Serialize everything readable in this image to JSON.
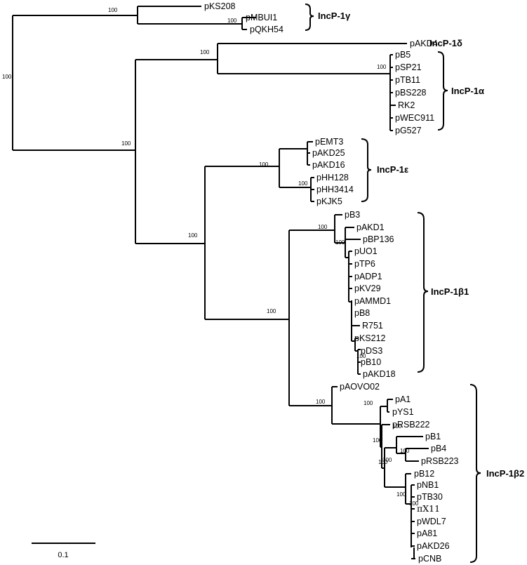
{
  "leaves": [
    "pKS208",
    "pMBUI1",
    "pQKH54",
    "pAKD4",
    "pB5",
    "pSP21",
    "pTB11",
    "pBS228",
    "RK2",
    "pWEC911",
    "pG527",
    "pEMT3",
    "pAKD25",
    "pAKD16",
    "pHH128",
    "pHH3414",
    "pKJK5",
    "pB3",
    "pAKD1",
    "pBP136",
    "pUO1",
    "pTP6",
    "pADP1",
    "pKV29",
    "pAMMD1",
    "pB8",
    "R751",
    "pKS212",
    "pDS3",
    "pB10",
    "pAKD18",
    "pAOVO02",
    "pA1",
    "pYS1",
    "pRSB222",
    "pB1",
    "pB4",
    "pRSB223",
    "pB12",
    "pNB1",
    "pTB30",
    "πX11",
    "pWDL7",
    "pA81",
    "pAKD26",
    "pCNB"
  ],
  "bootstrap": [
    "100",
    "100",
    "100",
    "100",
    "100",
    "100",
    "100",
    "100",
    "100",
    "100",
    "100",
    "100",
    "100",
    "100",
    "100",
    "100",
    "100",
    "100",
    "100",
    "100",
    "100",
    "100",
    "100",
    "100",
    "100"
  ],
  "groups": [
    "IncP-1γ",
    "IncP-1δ",
    "IncP-1α",
    "IncP-1ε",
    "IncP-1β1",
    "IncP-1β2"
  ],
  "scale_bar": {
    "label": "0.1"
  }
}
